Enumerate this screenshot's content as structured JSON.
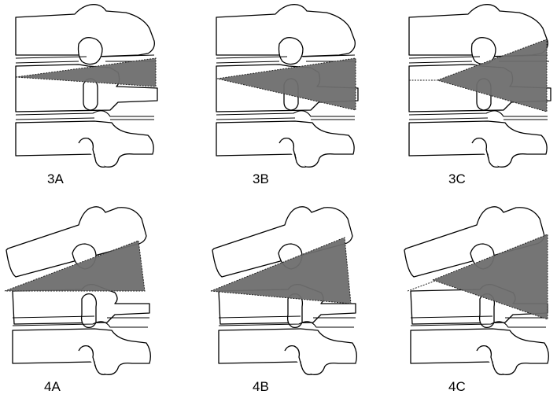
{
  "panels": [
    {
      "id": "3A",
      "label": "3A",
      "wedge": "closing",
      "spine": "straight"
    },
    {
      "id": "3B",
      "label": "3B",
      "wedge": "closing",
      "spine": "straight"
    },
    {
      "id": "3C",
      "label": "3C",
      "wedge": "closing",
      "spine": "straight"
    },
    {
      "id": "4A",
      "label": "4A",
      "wedge": "opening",
      "spine": "corrected"
    },
    {
      "id": "4B",
      "label": "4B",
      "wedge": "opening",
      "spine": "corrected"
    },
    {
      "id": "4C",
      "label": "4C",
      "wedge": "opening",
      "spine": "corrected"
    }
  ],
  "colors": {
    "wedge": "#6e6e6e",
    "outline": "#000000",
    "background": "#ffffff"
  }
}
